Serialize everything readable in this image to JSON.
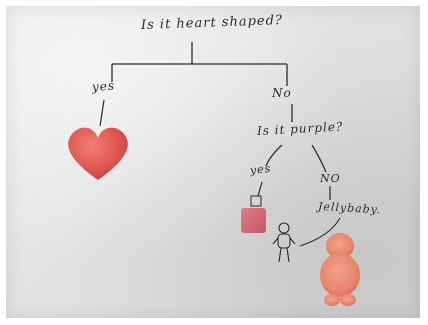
{
  "diagram": {
    "root_question": "Is it heart shaped?",
    "branch_yes": "yes",
    "branch_no": "No",
    "sub_question": "Is it purple?",
    "sub_yes": "yes",
    "sub_no": "NO",
    "leaf_jellybaby": "Jellybaby."
  },
  "colors": {
    "paper": "#e4e4e4",
    "ink": "#2a2a2a",
    "heart_candy": "#e0504a",
    "square_candy": "#d26b78",
    "jellybaby_candy": "#e7826a"
  }
}
